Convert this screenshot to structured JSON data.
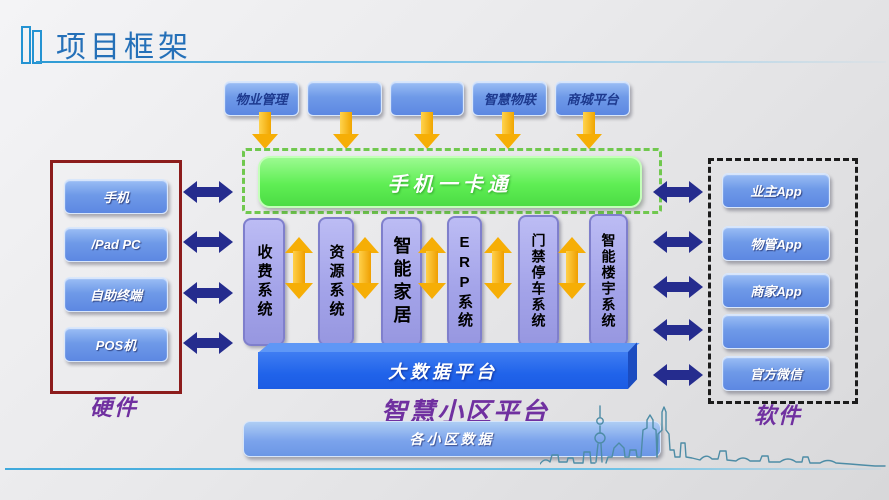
{
  "slide": {
    "title": "项目框架",
    "platform_caption": "智慧小区平台"
  },
  "top_modules": {
    "items": [
      {
        "label": "物业管理"
      },
      {
        "label": ""
      },
      {
        "label": ""
      },
      {
        "label": "智慧物联"
      },
      {
        "label": "商城平台"
      }
    ]
  },
  "card_platform": {
    "label": "手机一卡通"
  },
  "hardware": {
    "group_label": "硬件",
    "items": [
      {
        "label": "手机"
      },
      {
        "label": "/Pad PC"
      },
      {
        "label": "自助终端"
      },
      {
        "label": "POS机"
      }
    ]
  },
  "systems": {
    "items": [
      {
        "label": "收费系统"
      },
      {
        "label": "资源系统"
      },
      {
        "label": "智能家居"
      },
      {
        "label": "ERP系统"
      },
      {
        "label": "门禁停车系统"
      },
      {
        "label": "智能楼宇系统"
      }
    ]
  },
  "platform": {
    "big_data": "大数据平台",
    "community_data": "各小区数据"
  },
  "software": {
    "group_label": "软件",
    "items": [
      {
        "label": "业主App"
      },
      {
        "label": "物管App"
      },
      {
        "label": "商家App"
      },
      {
        "label": ""
      },
      {
        "label": "官方微信"
      }
    ]
  },
  "colors": {
    "title_blue": "#2570b8",
    "button_blue": "#6f9ae8",
    "deep_blue": "#1f63ea",
    "green": "#55e84c",
    "green_dash": "#70c84e",
    "yellow": "#f6ae06",
    "navy_arrow": "#252c8e",
    "purple_label": "#7030a0",
    "system_purple": "#a2a2e8",
    "red_border": "#8c1c1c",
    "black_dash": "#1c1c1c",
    "skyline": "#4d8ca6",
    "baseline_blue": "#3fa9dc"
  }
}
